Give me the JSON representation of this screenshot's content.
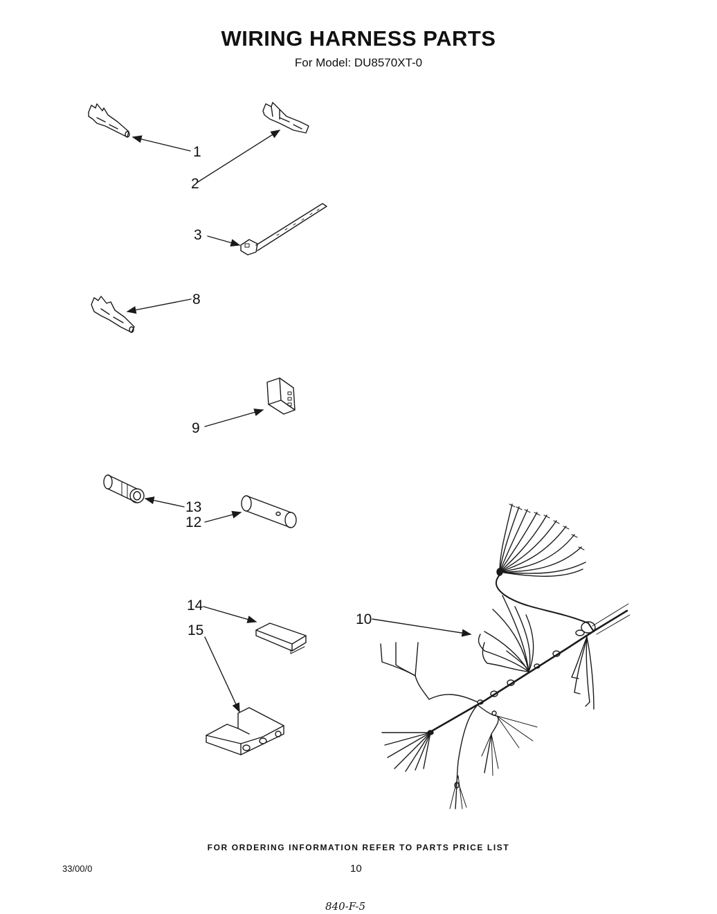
{
  "title": "WIRING HARNESS PARTS",
  "subtitle": "For Model: DU8570XT-0",
  "callouts": {
    "c1": "1",
    "c2": "2",
    "c3": "3",
    "c8": "8",
    "c9": "9",
    "c13": "13",
    "c12": "12",
    "c14": "14",
    "c15": "15",
    "c10": "10"
  },
  "footer": {
    "ordering_note": "FOR ORDERING INFORMATION REFER TO PARTS PRICE LIST",
    "code": "33/00/0",
    "page_number": "10",
    "handwritten": "840-F-5"
  }
}
